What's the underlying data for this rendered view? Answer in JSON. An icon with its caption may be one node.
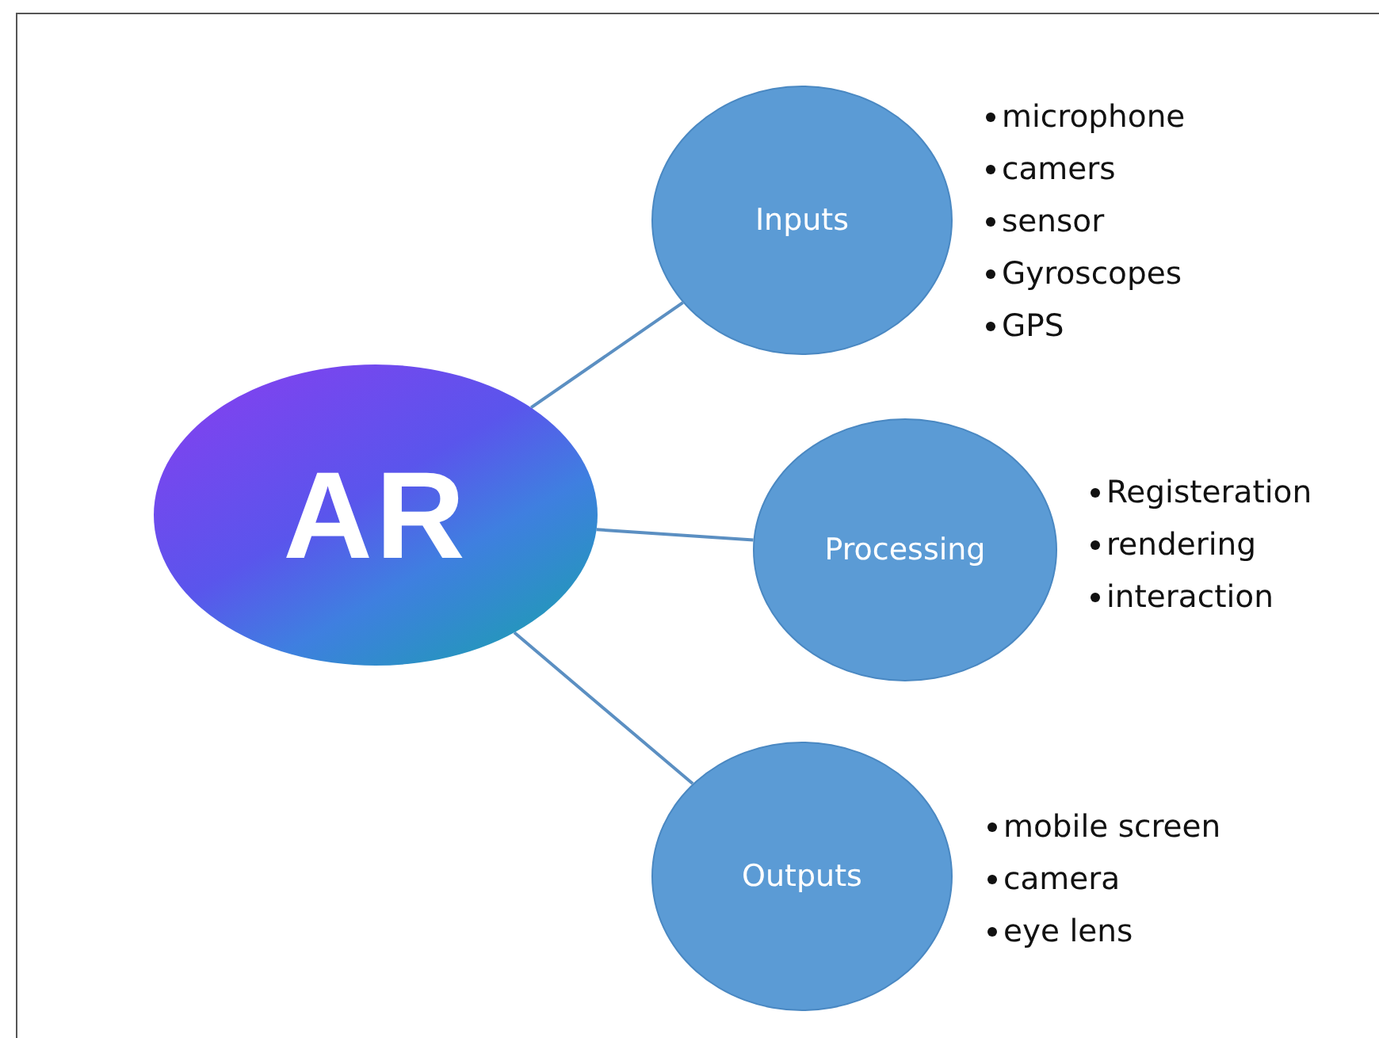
{
  "diagram": {
    "nodes": [
      {
        "text": [
          "AR"
        ]
      },
      {
        "text": [
          "Inputs"
        ],
        "beside": [
          "microphone",
          "camers",
          "sensor",
          "Gyroscopes",
          "GPS"
        ]
      },
      {
        "text": [
          "Processing"
        ],
        "beside": [
          "Registeration",
          "rendering",
          "interaction"
        ]
      },
      {
        "text": [
          "Outputs"
        ],
        "beside": [
          "mobile screen",
          "camera",
          "eye lens"
        ]
      }
    ],
    "edges": [
      {
        "from": 0,
        "to": 1,
        "arrow": "none"
      },
      {
        "from": 0,
        "to": 2,
        "arrow": "none"
      },
      {
        "from": 0,
        "to": 3,
        "arrow": "none"
      }
    ]
  }
}
